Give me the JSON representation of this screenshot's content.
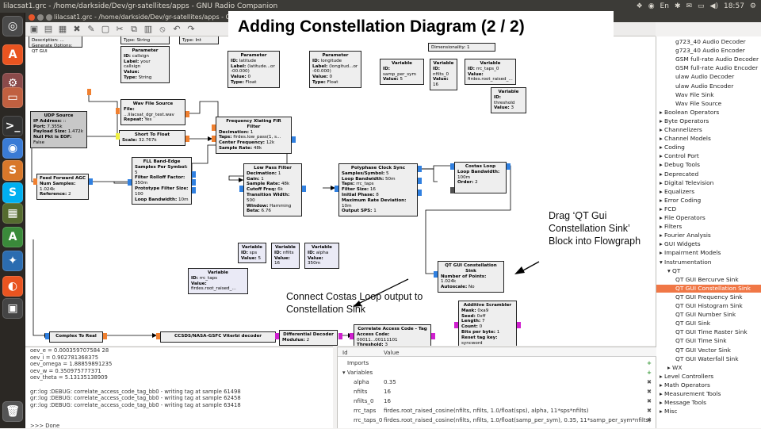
{
  "topbar": {
    "title": "lilacsat1.grc - /home/darkside/Dev/gr-satellites/apps - GNU Radio Companion",
    "time": "18:57",
    "indicators": [
      "En"
    ]
  },
  "window": {
    "title": "lilacsat1.grc - /home/darkside/Dev/gr-satellites/apps - GNU Rad"
  },
  "slide_title": "Adding Constellation Diagram (2 / 2)",
  "annotations": {
    "drag": "Drag ‘QT Gui Constellation Sink’ Block into Flowgraph",
    "connect": "Connect Costas Loop output to Constellation Sink"
  },
  "launcher": [
    {
      "icon": "search-icon",
      "color": "#4a4a4a",
      "glyph": "◎"
    },
    {
      "icon": "software-center-icon",
      "color": "#e95420",
      "glyph": "A"
    },
    {
      "icon": "settings-icon",
      "color": "#8a4a4a",
      "glyph": "⚙"
    },
    {
      "icon": "files-icon",
      "color": "#c06040",
      "glyph": "▭"
    },
    {
      "icon": "terminal-icon",
      "color": "#333333",
      "glyph": ">_"
    },
    {
      "icon": "chromium-icon",
      "color": "#3a7bd5",
      "glyph": "◉"
    },
    {
      "icon": "presentation-icon",
      "color": "#d8772a",
      "glyph": "S"
    },
    {
      "icon": "skype-icon",
      "color": "#00aff0",
      "glyph": "S"
    },
    {
      "icon": "image-viewer-icon",
      "color": "#556b2f",
      "glyph": "▦"
    },
    {
      "icon": "atom-icon",
      "color": "#3a8a3a",
      "glyph": "A"
    },
    {
      "icon": "network-icon",
      "color": "#2b6cb0",
      "glyph": "✦"
    },
    {
      "icon": "ubuntu-icon",
      "color": "#e95420",
      "glyph": "◐"
    },
    {
      "icon": "workspace-icon",
      "color": "#444444",
      "glyph": "▣"
    }
  ],
  "trash": {
    "icon": "trash-icon",
    "glyph": "🗑"
  },
  "blocks": {
    "options": {
      "desc": "Description: ...",
      "gen": "Generate Options: QT GUI"
    },
    "type_string_1": "Type: String",
    "type_int": "Type: Int",
    "param_callsign": {
      "h": "Parameter",
      "rows": [
        "ID: callsign",
        "Label: your callsign",
        "Value:",
        "Type: String"
      ]
    },
    "param_latitude": {
      "h": "Parameter",
      "rows": [
        "ID: latitude",
        "Label: (latitude...or -00.000)",
        "Value: 0",
        "Type: Float"
      ]
    },
    "param_longitude": {
      "h": "Parameter",
      "rows": [
        "ID: longitude",
        "Label: (longitud...or -00.000)",
        "Value: 0",
        "Type: Float"
      ]
    },
    "var_samp": {
      "h": "Variable",
      "rows": [
        "ID: samp_per_sym",
        "Value: 5"
      ]
    },
    "var_nfilts1": {
      "h": "Variable",
      "rows": [
        "ID: nfilts_0",
        "Value: 16"
      ]
    },
    "var_rrc0": {
      "h": "Variable",
      "rows": [
        "ID: rrc_taps_0",
        "Value: firdes.root_raised_..."
      ]
    },
    "dim": "Dimensionality: 1",
    "var_threshold": {
      "h": "Variable",
      "rows": [
        "ID: threshold",
        "Value: 3"
      ]
    },
    "udp": {
      "h": "UDP Source",
      "rows": [
        "IP Address: ::",
        "Port: 7.355k",
        "Payload Size: 1.472k",
        "Null Pkt is EOF: False"
      ]
    },
    "wav": {
      "h": "Wav File Source",
      "rows": [
        "File: ...lilacsat_dgr_test.wav",
        "Repeat: Yes"
      ]
    },
    "short_float": {
      "h": "Short To Float",
      "rows": [
        "Scale: 32.767k"
      ]
    },
    "freq_xlat": {
      "h": "Frequency Xlating FIR Filter",
      "rows": [
        "Decimation: 1",
        "Taps: firdes.low_pass(1, s...",
        "Center Frequency: 12k",
        "Sample Rate: 48k"
      ]
    },
    "ffagc": {
      "h": "Feed Forward AGC",
      "rows": [
        "Num Samples: 1.024k",
        "Reference: 2"
      ]
    },
    "fll": {
      "h": "FLL Band-Edge",
      "rows": [
        "Samples Per Symbol: 5",
        "Filter Rolloff Factor: 350m",
        "Prototype Filter Size: 100",
        "Loop Bandwidth: 10m"
      ]
    },
    "lpf": {
      "h": "Low Pass Filter",
      "rows": [
        "Decimation: 1",
        "Gain: 1",
        "Sample Rate: 48k",
        "Cutoff Freq: 6k",
        "Transition Width: 500",
        "Window: Hamming",
        "Beta: 6.76"
      ]
    },
    "pcs": {
      "h": "Polyphase Clock Sync",
      "rows": [
        "Samples/Symbol: 5",
        "Loop Bandwidth: 50m",
        "Taps: rrc_taps",
        "Filter Size: 16",
        "Initial Phase: 8",
        "Maximum Rate Deviation: 10m",
        "Output SPS: 1"
      ]
    },
    "costas": {
      "h": "Costas Loop",
      "rows": [
        "Loop Bandwidth: 100m",
        "Order: 2"
      ]
    },
    "var_sps": {
      "h": "Variable",
      "rows": [
        "ID: sps",
        "Value: 5"
      ]
    },
    "var_nfilts": {
      "h": "Variable",
      "rows": [
        "ID: nfilts",
        "Value: 16"
      ]
    },
    "var_alpha": {
      "h": "Variable",
      "rows": [
        "ID: alpha",
        "Value: 350m"
      ]
    },
    "var_rrc": {
      "h": "Variable",
      "rows": [
        "ID: rrc_taps",
        "Value: firdes.root_raised_..."
      ]
    },
    "qt_const": {
      "h": "QT GUI Constellation Sink",
      "rows": [
        "Number of Points: 1.024k",
        "Autoscale: No"
      ]
    },
    "scrambler": {
      "h": "Additive Scrambler",
      "rows": [
        "Mask: 0xa9",
        "Seed: 0xff",
        "Length: 7",
        "Count: 0",
        "Bits per byte: 1",
        "Reset tag key: syncword"
      ]
    },
    "c2r": {
      "h": "Complex To Real",
      "rows": []
    },
    "viterbi": {
      "h": "CCSDS/NASA-GSFC Viterbi decoder",
      "rows": []
    },
    "diffdec": {
      "h": "Differential Decoder",
      "rows": [
        "Modulus: 2"
      ]
    },
    "correlate": {
      "h": "Correlate Access Code - Tag",
      "rows": [
        "Access Code: 00011...00111101",
        "Threshold: 3",
        "Tag Name: syncword"
      ]
    }
  },
  "tree": [
    {
      "t": "g723_40 Audio Decoder",
      "ind": 2
    },
    {
      "t": "g723_40 Audio Encoder",
      "ind": 2
    },
    {
      "t": "GSM full-rate Audio Decoder",
      "ind": 2
    },
    {
      "t": "GSM full-rate Audio Encoder",
      "ind": 2
    },
    {
      "t": "ulaw Audio Decoder",
      "ind": 2
    },
    {
      "t": "ulaw Audio Encoder",
      "ind": 2
    },
    {
      "t": "Wav File Sink",
      "ind": 2
    },
    {
      "t": "Wav File Source",
      "ind": 2
    },
    {
      "t": "▸ Boolean Operators",
      "ind": 0
    },
    {
      "t": "▸ Byte Operators",
      "ind": 0
    },
    {
      "t": "▸ Channelizers",
      "ind": 0
    },
    {
      "t": "▸ Channel Models",
      "ind": 0
    },
    {
      "t": "▸ Coding",
      "ind": 0
    },
    {
      "t": "▸ Control Port",
      "ind": 0
    },
    {
      "t": "▸ Debug Tools",
      "ind": 0
    },
    {
      "t": "▸ Deprecated",
      "ind": 0
    },
    {
      "t": "▸ Digital Television",
      "ind": 0
    },
    {
      "t": "▸ Equalizers",
      "ind": 0
    },
    {
      "t": "▸ Error Coding",
      "ind": 0
    },
    {
      "t": "▸ FCD",
      "ind": 0
    },
    {
      "t": "▸ File Operators",
      "ind": 0
    },
    {
      "t": "▸ Filters",
      "ind": 0
    },
    {
      "t": "▸ Fourier Analysis",
      "ind": 0
    },
    {
      "t": "▸ GUI Widgets",
      "ind": 0
    },
    {
      "t": "▸ Impairment Models",
      "ind": 0
    },
    {
      "t": "▾ Instrumentation",
      "ind": 0
    },
    {
      "t": "▾ QT",
      "ind": 1
    },
    {
      "t": "QT GUI Bercurve Sink",
      "ind": 2
    },
    {
      "t": "QT GUI Constellation Sink",
      "ind": 2,
      "sel": true
    },
    {
      "t": "QT GUI Frequency Sink",
      "ind": 2
    },
    {
      "t": "QT GUI Histogram Sink",
      "ind": 2
    },
    {
      "t": "QT GUI Number Sink",
      "ind": 2
    },
    {
      "t": "QT GUI Sink",
      "ind": 2
    },
    {
      "t": "QT GUI Time Raster Sink",
      "ind": 2
    },
    {
      "t": "QT GUI Time Sink",
      "ind": 2
    },
    {
      "t": "QT GUI Vector Sink",
      "ind": 2
    },
    {
      "t": "QT GUI Waterfall Sink",
      "ind": 2
    },
    {
      "t": "▸ WX",
      "ind": 1
    },
    {
      "t": "▸ Level Controllers",
      "ind": 0
    },
    {
      "t": "▸ Math Operators",
      "ind": 0
    },
    {
      "t": "▸ Measurement Tools",
      "ind": 0
    },
    {
      "t": "▸ Message Tools",
      "ind": 0
    },
    {
      "t": "▸ Misc",
      "ind": 0
    }
  ],
  "console": [
    "oev_e = 0.000359707584 28",
    "oev_i = 0.902781368375",
    "oev_omega = 1.88859891235",
    "oev_w = 0.350975777371",
    "oev_theta = 5.13135138909",
    "",
    "gr::log :DEBUG: correlate_access_code_tag_bb0 - writing tag at sample 61498",
    "gr::log :DEBUG: correlate_access_code_tag_bb0 - writing tag at sample 62458",
    "gr::log :DEBUG: correlate_access_code_tag_bb0 - writing tag at sample 63418",
    "",
    "",
    ">>> Done"
  ],
  "vars": {
    "h_id": "Id",
    "h_value": "Value",
    "rows": [
      {
        "n": "Imports",
        "v": "",
        "ind": 6,
        "act": "+"
      },
      {
        "n": "▾ Variables",
        "v": "",
        "ind": 0,
        "act": "+"
      },
      {
        "n": "alpha",
        "v": "0.35",
        "act": "✖"
      },
      {
        "n": "nfilts",
        "v": "16",
        "act": "✖"
      },
      {
        "n": "nfilts_0",
        "v": "16",
        "act": "✖"
      },
      {
        "n": "rrc_taps",
        "v": "firdes.root_raised_cosine(nfilts, nfilts, 1.0/float(sps), alpha, 11*sps*nfilts)",
        "act": "✖"
      },
      {
        "n": "rrc_taps_0",
        "v": "firdes.root_raised_cosine(nfilts, nfilts, 1.0/float(samp_per_sym), 0.35, 11*samp_per_sym*nfilts)",
        "act": "✖"
      }
    ]
  }
}
